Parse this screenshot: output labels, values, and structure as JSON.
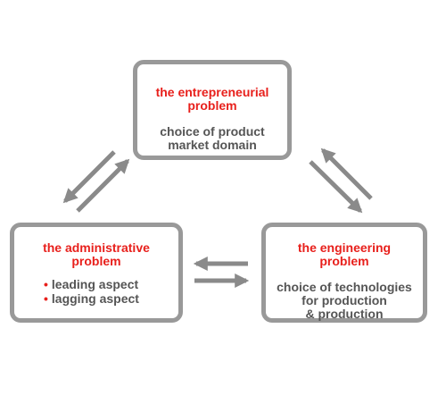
{
  "colors": {
    "title": "#e8201c",
    "text": "#555555",
    "border": "#999999",
    "arrow": "#8a8a8a"
  },
  "entrepreneurial": {
    "title_line1": "the entrepreneurial",
    "title_line2": "problem",
    "body_line1": "choice of product",
    "body_line2": "market domain"
  },
  "administrative": {
    "title_line1": "the administrative",
    "title_line2": "problem",
    "items": [
      "leading aspect",
      "lagging aspect"
    ]
  },
  "engineering": {
    "title_line1": "the engineering",
    "title_line2": "problem",
    "body_line1": "choice of technologies",
    "body_line2": "for production",
    "body_line3": "& production"
  }
}
